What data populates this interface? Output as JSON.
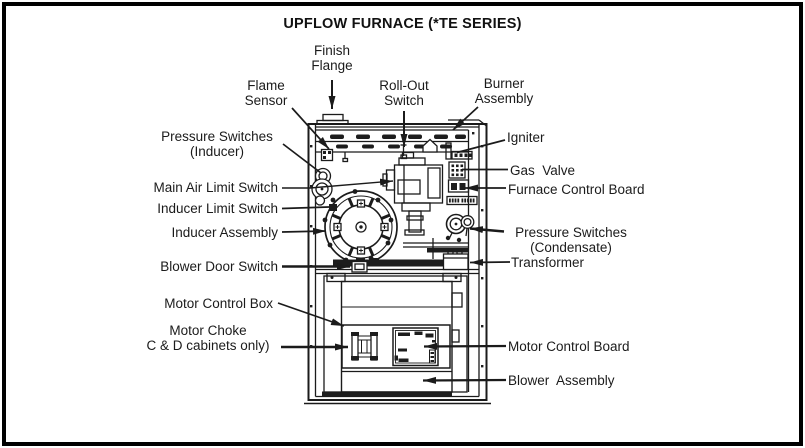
{
  "title": "UPFLOW FURNACE (*TE SERIES)",
  "labels": {
    "finish_flange": "Finish\nFlange",
    "flame_sensor": "Flame\nSensor",
    "rollout_switch": "Roll-Out\nSwitch",
    "burner_assembly": "Burner\nAssembly",
    "pressure_switches_inducer": "Pressure Switches\n(Inducer)",
    "main_air_limit_switch": "Main Air Limit Switch",
    "inducer_limit_switch": "Inducer Limit Switch",
    "inducer_assembly": "Inducer Assembly",
    "blower_door_switch": "Blower Door Switch",
    "motor_control_box": "Motor Control Box",
    "motor_choke": "Motor Choke\nC & D cabinets only)",
    "igniter": "Igniter",
    "gas_valve": "Gas  Valve",
    "furnace_control_board": "Furnace Control Board",
    "pressure_switches_condensate": "Pressure Switches\n(Condensate)",
    "transformer": "Transformer",
    "motor_control_board": "Motor Control Board",
    "blower_assembly": "Blower  Assembly"
  },
  "colors": {
    "line": "#1b1b1b",
    "fill_dark": "#1d1d1d",
    "background": "#ffffff",
    "border": "#000000"
  }
}
